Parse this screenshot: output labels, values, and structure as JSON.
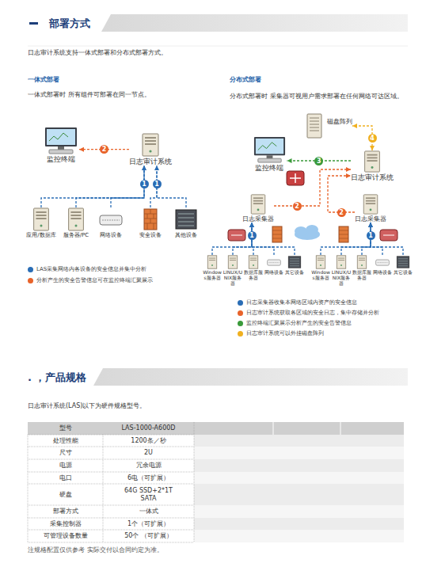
{
  "diagram": {
    "title": "部署方式",
    "nodes": [
      {
        "text": [
          "监控终端"
        ]
      },
      {
        "text": [
          "日志审计系统"
        ]
      },
      {
        "text": [
          "应用/数据库"
        ]
      },
      {
        "text": [
          "服务器/PC"
        ]
      },
      {
        "text": [
          "网络设备"
        ]
      },
      {
        "text": [
          "安全设备"
        ]
      },
      {
        "text": [
          "其他设备"
        ]
      },
      {
        "text": [
          "磁盘阵列"
        ]
      },
      {
        "text": [
          "监控终端"
        ]
      },
      {
        "text": [
          "日志审计系统"
        ]
      },
      {
        "text": [
          "日志采集器"
        ]
      },
      {
        "text": [
          "日志采集器"
        ]
      },
      {
        "text": [
          "Windows服务器"
        ]
      },
      {
        "text": [
          "LINUX/UNIX服务器"
        ]
      },
      {
        "text": [
          "数据库服务器"
        ]
      },
      {
        "text": [
          "网络设备"
        ]
      },
      {
        "text": [
          "其它设备"
        ]
      },
      {
        "text": [
          "Windows服务器"
        ]
      },
      {
        "text": [
          "LINUX/UNIX服务器"
        ]
      },
      {
        "text": [
          "数据库服务器"
        ]
      },
      {
        "text": [
          "网络设备"
        ]
      },
      {
        "text": [
          "其它设备"
        ]
      }
    ],
    "edges": [
      {
        "from": 1,
        "to": 0,
        "label": "2",
        "arrow": "to"
      },
      {
        "from": 2,
        "to": 1,
        "arrow": "to"
      },
      {
        "from": 3,
        "to": 1,
        "arrow": "to"
      },
      {
        "from": 4,
        "to": 1,
        "arrow": "to"
      },
      {
        "from": 5,
        "to": 1,
        "arrow": "to"
      },
      {
        "from": 6,
        "to": 1,
        "arrow": "to"
      },
      {
        "from": 9,
        "to": 8,
        "label": "3",
        "arrow": "to"
      },
      {
        "from": 9,
        "to": 7,
        "label": "4",
        "arrow": "both"
      },
      {
        "from": 10,
        "to": 9,
        "label": "2",
        "arrow": "to"
      },
      {
        "from": 11,
        "to": 9,
        "label": "2",
        "arrow": "to"
      },
      {
        "from": 12,
        "to": 10,
        "arrow": "to"
      },
      {
        "from": 13,
        "to": 10,
        "arrow": "to"
      },
      {
        "from": 14,
        "to": 10,
        "arrow": "to"
      },
      {
        "from": 15,
        "to": 10,
        "arrow": "to"
      },
      {
        "from": 16,
        "to": 10,
        "arrow": "to"
      },
      {
        "from": 17,
        "to": 11,
        "arrow": "to"
      },
      {
        "from": 18,
        "to": 11,
        "arrow": "to"
      },
      {
        "from": 19,
        "to": 11,
        "arrow": "to"
      },
      {
        "from": 20,
        "to": 11,
        "arrow": "to"
      },
      {
        "from": 21,
        "to": 11,
        "arrow": "to"
      }
    ],
    "labels": [
      "日志审计系统支持一体式部署和分布式部署方式。",
      "一体式部署",
      "一体式部署时 所有组件可部署在同一节点。",
      "分布式部署",
      "分布式部署时 采集器可视用户需求部署在任何网络可达区域。",
      "1",
      "1",
      "1",
      "1",
      ". ，产品规格",
      "日志审计系统(LAS)以下为硬件规格型号。",
      "型号",
      "LAS-1000-A600D",
      "处理性能",
      "1200条／秒",
      "尺寸",
      "2U",
      "电源",
      "冗余电源",
      "电口",
      "6电（可扩展）",
      "硬盘",
      "64G SSD+2*1T SATA",
      "部署方式",
      "一体式",
      "采集控制器",
      "1个（可扩展）",
      "可管理设备数量",
      "50个 （可扩展）",
      "注规格配置仅供参考 实际交付以合同约定为准。"
    ],
    "legend": [
      {
        "text": "LAS采集网络内各设备的安全信息并集中分析",
        "color": "#2a6db5"
      },
      {
        "text": "分析产生的安全告警信息可在监控终端汇聚展示",
        "color": "#e8632a"
      },
      {
        "text": "日志采集器收集本网络区域内资产的安全信息",
        "color": "#2a6db5"
      },
      {
        "text": "日志审计系统获取各区域的安全日志，集中存储并分析",
        "color": "#e8632a"
      },
      {
        "text": "监控终端汇聚展示分析产生的安全告警信息",
        "color": "#3a9a3a"
      },
      {
        "text": "日志审计系统可以外挂磁盘阵列",
        "color": "#f0b020"
      }
    ]
  }
}
